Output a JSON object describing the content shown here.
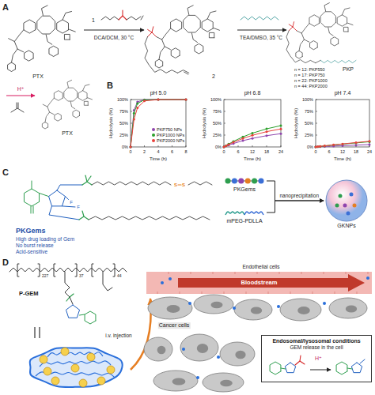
{
  "diagram": {
    "nodes": [
      {
        "text": [
          "pH 5.0"
        ]
      },
      {
        "text": [
          "pH 6.8"
        ]
      },
      {
        "text": [
          "pH 7.4"
        ]
      },
      {
        "text": [
          "PKGems"
        ]
      },
      {
        "text": [
          "mPEG-PDLLA"
        ]
      },
      {
        "text": [
          "GKNPs"
        ]
      },
      {
        "text": [
          "Bloodstream"
        ]
      },
      {
        "text": [
          "Endosomal/lysosomal conditions",
          "GEM release in the cell",
          "H⁺"
        ]
      }
    ],
    "edges": [
      {
        "from": 3,
        "to": 5,
        "arrow": "to",
        "label": "nanoprecipitation"
      },
      {
        "from": 4,
        "to": 5,
        "arrow": "to"
      }
    ],
    "labels": [
      "A",
      "PTX",
      "1",
      "DCA/DCM, 30 °C",
      "2",
      "TEA/DMSO, 35 °C",
      "PKP",
      "n = 12: PKP550",
      "n = 17: PKP750",
      "n = 22: PKP1000",
      "n = 44: PKP2000",
      "H⁺",
      "PTX",
      "B",
      "Hydrolysis (%)",
      "0%",
      "25%",
      "50%",
      "75%",
      "100%",
      "0",
      "2",
      "4",
      "6",
      "8",
      "Time (h)",
      "Hydrolysis (%)",
      "0%",
      "25%",
      "50%",
      "75%",
      "100%",
      "0",
      "6",
      "12",
      "18",
      "24",
      "Time (h)",
      "Hydrolysis (%)",
      "0%",
      "25%",
      "50%",
      "75%",
      "100%",
      "0",
      "6",
      "12",
      "18",
      "24",
      "Time (h)",
      "C",
      "PKGems",
      "High drug loading of Gem",
      "No burst release",
      "Acid-sensitive",
      "F",
      "F",
      "S",
      "S",
      "D",
      "P-GEM",
      "227",
      "37",
      "44",
      "i.v. injection",
      "Endothelial cells",
      "Cancer cells"
    ],
    "legend": [
      {
        "text": "PKP750 NPs",
        "color": "#8e44ad"
      },
      {
        "text": "PKP1000 NPs",
        "color": "#2ca02c"
      },
      {
        "text": "PKP2000 NPs",
        "color": "#e8413c"
      }
    ]
  }
}
